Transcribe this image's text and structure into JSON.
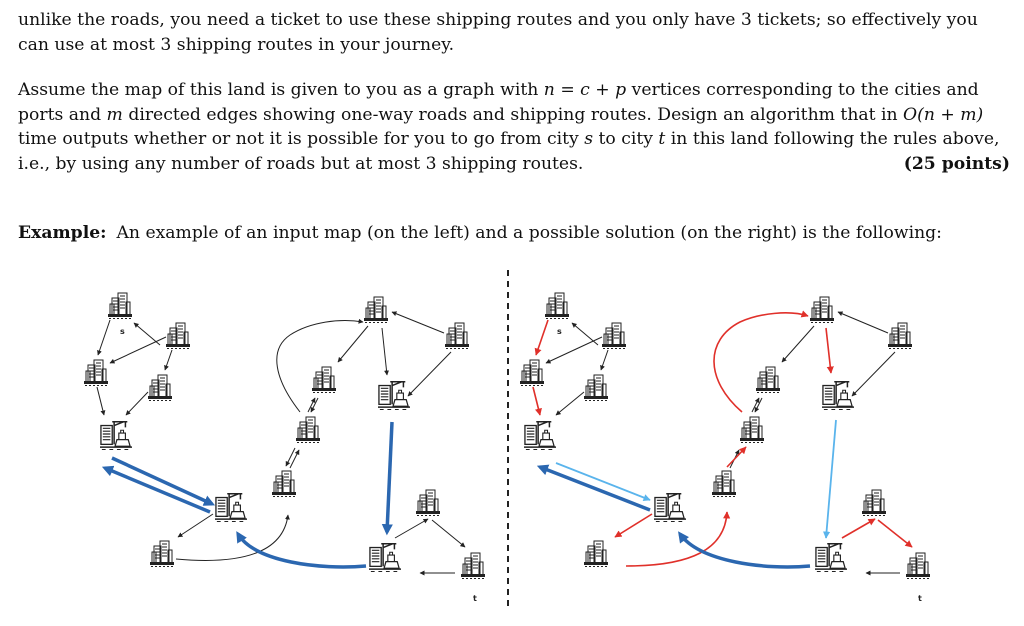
{
  "paragraph1": {
    "text": "unlike the roads, you need a ticket to use these shipping routes and you only have 3 tickets; so effectively you can use at most 3 shipping routes in your journey."
  },
  "paragraph2": {
    "part1": "Assume the map of this land is given to you as a graph with ",
    "math1": "n = c + p",
    "part2": " vertices corresponding to the cities and ports and ",
    "math2": "m",
    "part3": " directed edges showing one-way roads and shipping routes. Design an algorithm that in ",
    "math3": "O(n + m)",
    "part4": " time outputs whether or not it is possible for you to go from city ",
    "math4": "s",
    "part5": " to city ",
    "math5": "t",
    "part6": " in this land following the rules above, i.e., by using any number of roads but at most 3 shipping routes.",
    "points": "(25 points)"
  },
  "example": {
    "label": "Example:",
    "text": "An example of an input map (on the left) and a possible solution (on the right) is the following:"
  },
  "figure": {
    "left": {
      "source_label": "s",
      "target_label": "t"
    },
    "right": {
      "source_label": "s",
      "target_label": "t"
    },
    "colors": {
      "road": "#222222",
      "shipping": "#2b67b0",
      "solution_road": "#e0302a",
      "solution_shipping": "#5ab4ec"
    }
  }
}
